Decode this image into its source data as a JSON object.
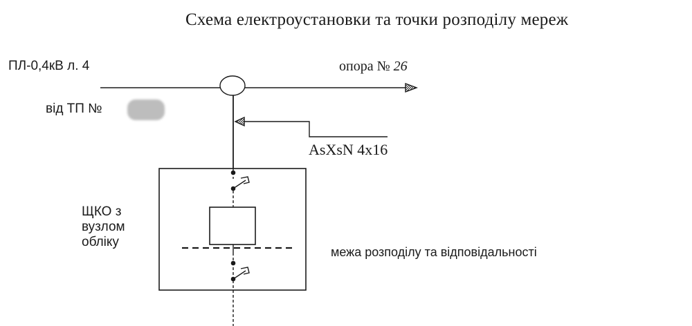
{
  "title": "Схема електроустановки та точки розподілу мереж",
  "line_label": "ПЛ-0,4кВ  л. 4",
  "support": {
    "prefix": "опора №",
    "number": "26"
  },
  "source_label": "від ТП №",
  "cable_label": "AsXsN 4x16",
  "cabinet_label": [
    "ЩКО з",
    "вузлом",
    "обліку"
  ],
  "boundary_label": "межа розподілу та відповідальності",
  "colors": {
    "ink": "#1a1a1a",
    "redaction": "#bdbdbd"
  }
}
